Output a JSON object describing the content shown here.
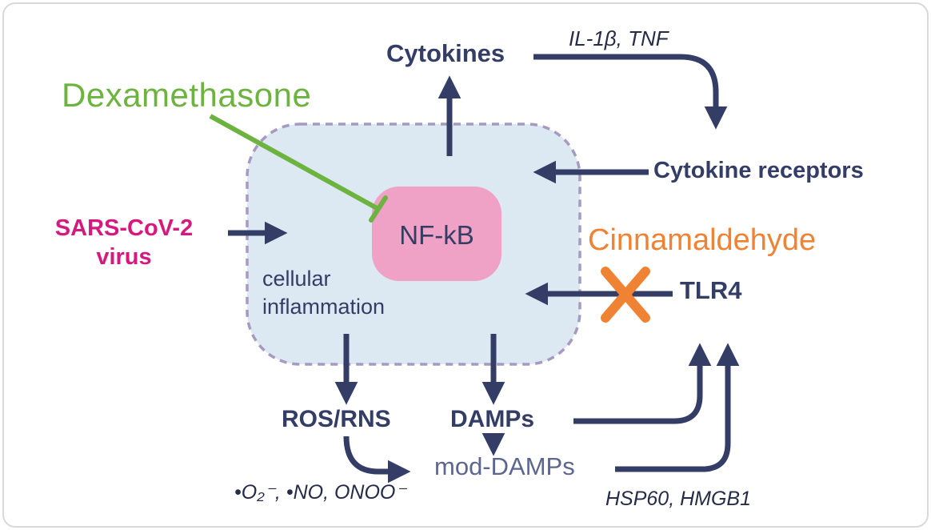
{
  "figure": {
    "dexamethasone": "Dexamethasone",
    "sars_line1": "SARS-CoV-2",
    "sars_line2": "virus",
    "cytokines": "Cytokines",
    "cytokine_mediators": "IL-1β, TNF",
    "cytokine_receptors": "Cytokine receptors",
    "cinnamaldehyde": "Cinnamaldehyde",
    "tlr4": "TLR4",
    "nfkb": "NF-kB",
    "cell_label_line1": "cellular",
    "cell_label_line2": "inflammation",
    "ros_rns": "ROS/RNS",
    "damps": "DAMPs",
    "mod_damps": "mod-DAMPs",
    "radicals": "•O₂⁻, •NO, ONOO⁻",
    "mod_damp_examples": "HSP60, HMGB1"
  },
  "colors": {
    "navy": "#333d66",
    "green": "#6db33f",
    "magenta": "#d6197f",
    "orange": "#f08233",
    "cell_fill": "#dde9f2",
    "cell_border": "#a79ac0",
    "nfkb_fill": "#efa2c6",
    "ink": "#262c48",
    "mod_damps": "#5c6691"
  }
}
